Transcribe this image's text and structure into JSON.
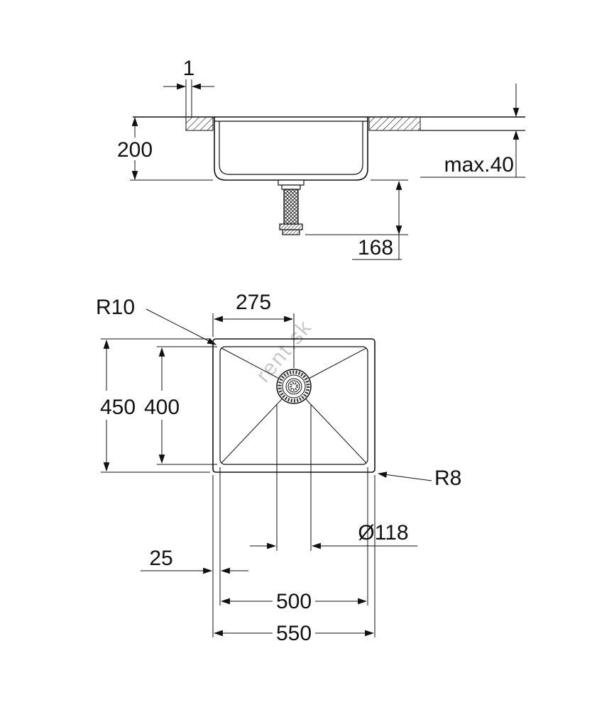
{
  "section_view": {
    "rim_thickness": "1",
    "depth": "200",
    "counter_max": "max.40",
    "drain_depth": "168"
  },
  "plan_view": {
    "corner_radius_inner": "R10",
    "drain_offset": "275",
    "outer_height": "450",
    "inner_height": "400",
    "corner_radius_outer": "R8",
    "drain_diameter": "Ø118",
    "edge_offset": "25",
    "inner_width": "500",
    "outer_width": "550"
  },
  "watermark": "rent.sk",
  "colors": {
    "line": "#111111",
    "watermark": "#c9c9c9",
    "background": "#ffffff"
  }
}
